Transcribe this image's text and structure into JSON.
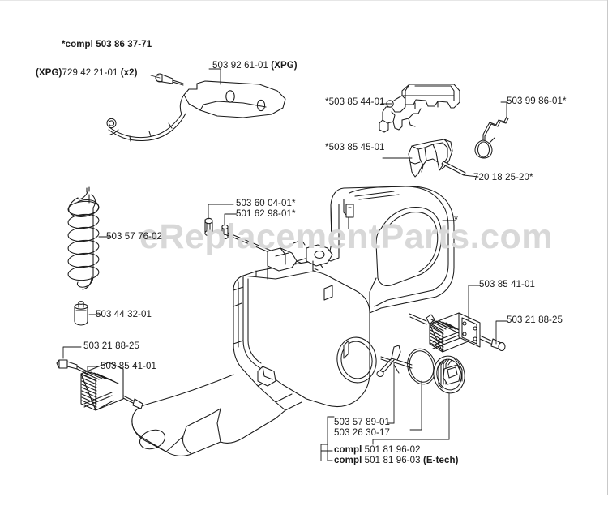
{
  "diagram": {
    "title": "Husqvarna chainsaw chain brake / fuel tank assembly parts diagram",
    "watermark": "eReplacementParts.com",
    "background_color": "#ffffff",
    "line_color": "#1a1a1a",
    "watermark_color": "#d8d8d8"
  },
  "labels": {
    "compl_top": "*compl 503 86 37-71",
    "xpg_screw": "(XPG)729 42 21-01 (x2)",
    "brake_handle": "503 92 61-01 (XPG)",
    "trigger_assy": "*503 85 44-01",
    "throttle_lever": "*503 85 45-01",
    "wire_link": "503 99 86-01*",
    "pin_720": "720 18 25-20*",
    "coil_spring": "503 57 76-02",
    "bushing_small": "503 44 32-01",
    "washer_503_60": "503 60 04-01*",
    "nut_501_62": "501 62 98-01*",
    "screw_left": "503 21 88-25",
    "spring_left": "503 85 41-01",
    "spring_right": "503 85 41-01",
    "screw_right": "503 21 88-25",
    "handle_asterisk": "*",
    "oring_503_57": "503 57 89-01",
    "oring_503_26": "503 26 30-17",
    "compl_501_81_96_02": "compl 501 81 96-02",
    "compl_501_81_96_03": "compl 501 81 96-03 (E-tech)"
  },
  "label_parts": {
    "compl_top_prefix": "*compl",
    "compl_top_number": "503 86 37-71",
    "xpg_prefix": "(XPG)",
    "xpg_number": "729 42 21-01",
    "xpg_qty": "(x2)",
    "brake_handle_number": "503 92 61-01",
    "brake_handle_suffix": "(XPG)",
    "compl_word": "compl",
    "compl_02_number": "501 81 96-02",
    "compl_03_number": "501 81 96-03",
    "compl_03_suffix": "(E-tech)"
  }
}
